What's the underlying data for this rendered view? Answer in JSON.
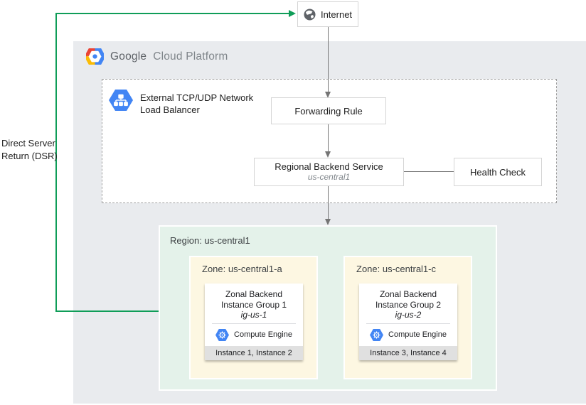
{
  "colors": {
    "accent_green": "#0F9D58",
    "gcp_blue": "#4285F4",
    "container_gray": "#E9EBEE",
    "region_green_bg": "#E4F2EA",
    "zone_yellow_bg": "#FDF7E2",
    "instance_bar_gray": "#E0E0E0"
  },
  "external": {
    "internet_label": "Internet",
    "dsr_line1": "Direct Server",
    "dsr_line2": "Return (DSR)"
  },
  "platform": {
    "brand": "Google",
    "product": "Cloud Platform"
  },
  "load_balancer": {
    "name_line1": "External TCP/UDP Network",
    "name_line2": "Load Balancer",
    "forwarding_rule_label": "Forwarding Rule",
    "backend_service_label": "Regional Backend Service",
    "backend_service_region": "us-central1",
    "health_check_label": "Health Check"
  },
  "region": {
    "label": "Region: us-central1",
    "zones": [
      {
        "label": "Zone: us-central1-a",
        "group_line1": "Zonal Backend",
        "group_line2": "Instance Group 1",
        "group_name": "ig-us-1",
        "service": "Compute Engine",
        "instances": "Instance 1, Instance 2"
      },
      {
        "label": "Zone: us-central1-c",
        "group_line1": "Zonal Backend",
        "group_line2": "Instance Group 2",
        "group_name": "ig-us-2",
        "service": "Compute Engine",
        "instances": "Instance 3, Instance 4"
      }
    ]
  }
}
